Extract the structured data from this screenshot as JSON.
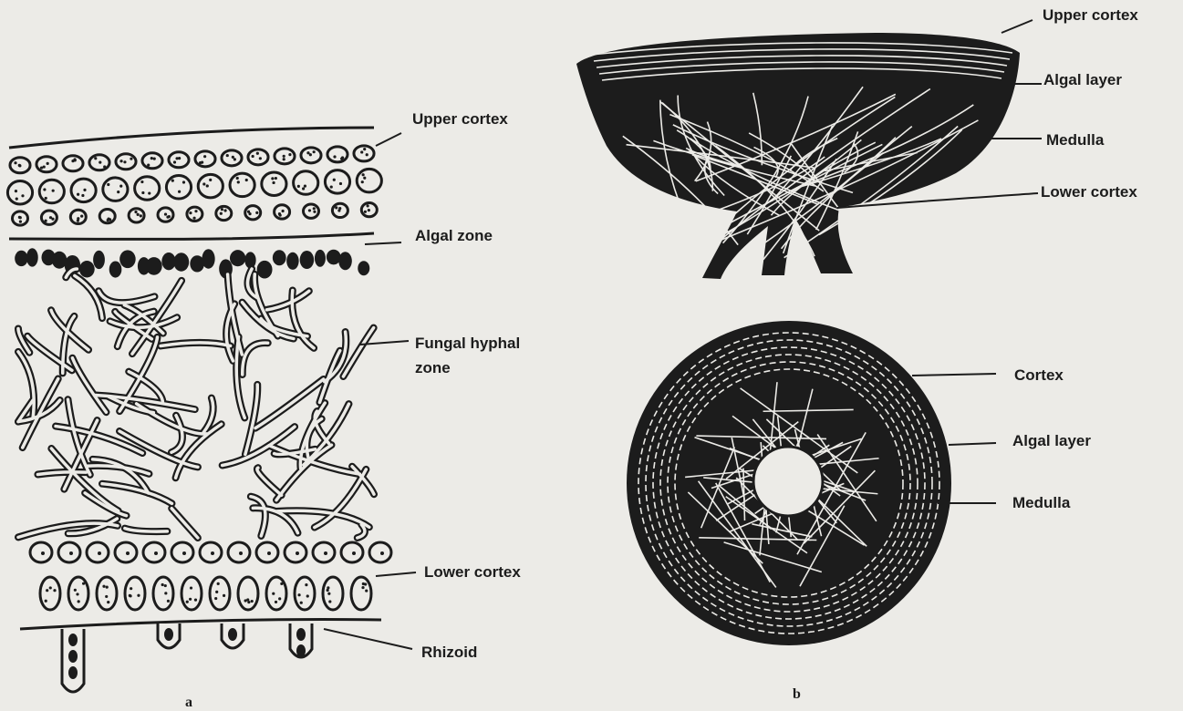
{
  "panel_a": {
    "labels": {
      "upper_cortex": "Upper cortex",
      "algal_zone": "Algal zone",
      "fungal_line1": "Fungal hyphal",
      "fungal_line2": "zone",
      "lower_cortex": "Lower cortex",
      "rhizoid": "Rhizoid"
    },
    "caption": "a"
  },
  "panel_b": {
    "top": {
      "upper_cortex": "Upper cortex",
      "algal_layer": "Algal layer",
      "medulla": "Medulla",
      "lower_cortex": "Lower cortex"
    },
    "bottom": {
      "cortex": "Cortex",
      "algal_layer": "Algal layer",
      "medulla": "Medulla"
    },
    "caption": "b"
  },
  "colors": {
    "ink": "#1c1c1c",
    "paper": "#ecebe7"
  }
}
